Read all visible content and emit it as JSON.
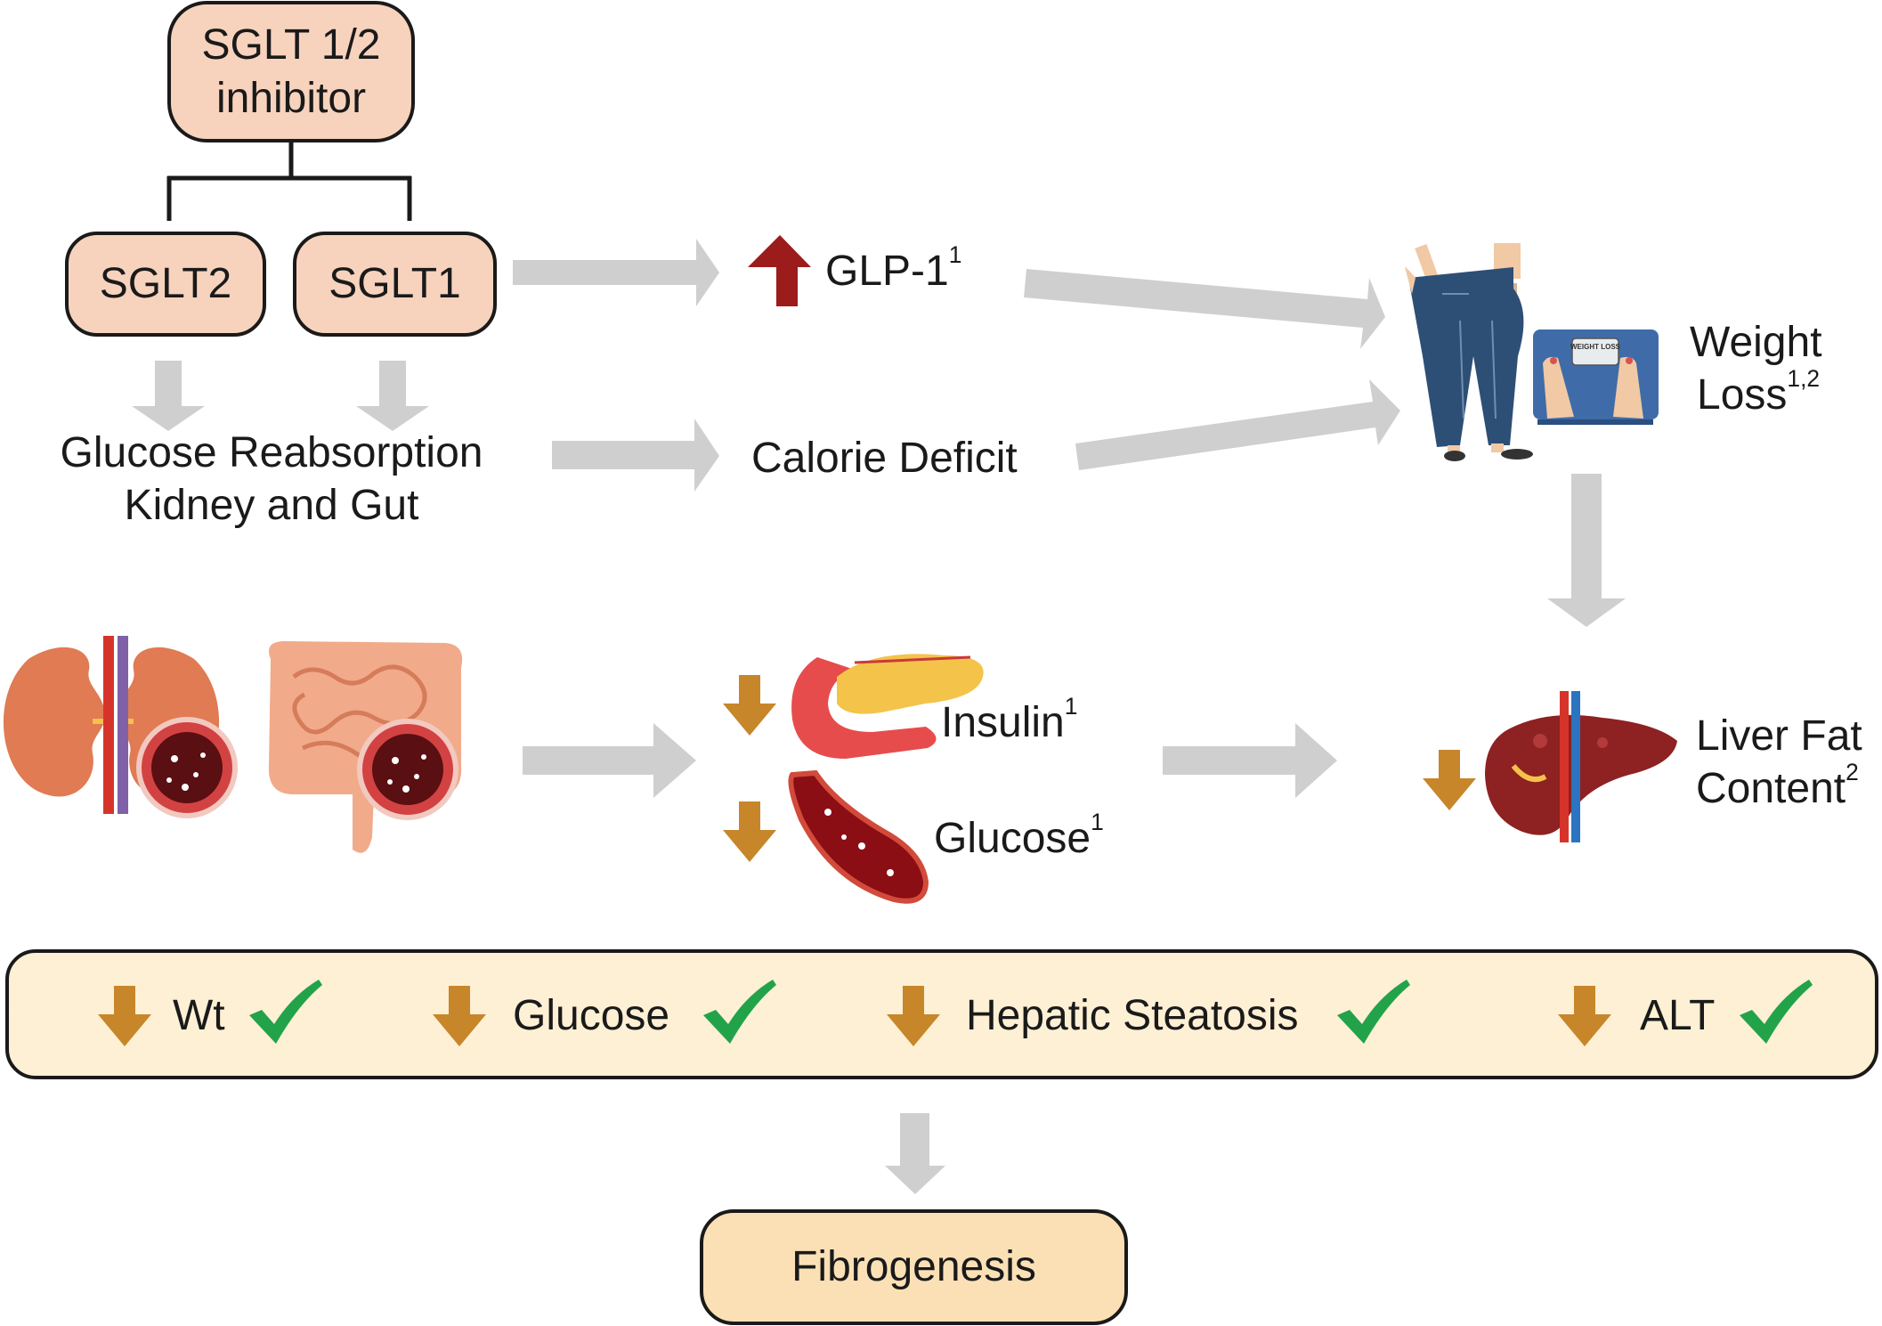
{
  "inhibitor": {
    "line1": "SGLT 1/2",
    "line2": "inhibitor"
  },
  "sglt2": "SGLT2",
  "sglt1": "SGLT1",
  "reabsorption": {
    "line1": "Glucose Reabsorption",
    "line2": "Kidney and Gut"
  },
  "glp1": {
    "label": "GLP-1",
    "sup": "1"
  },
  "calorie_deficit": "Calorie Deficit",
  "weight_loss": {
    "line1": "Weight",
    "line2": "Loss",
    "sup": "1,2"
  },
  "insulin": {
    "label": "Insulin",
    "sup": "1"
  },
  "glucose": {
    "label": "Glucose",
    "sup": "1"
  },
  "liver_fat": {
    "line1": "Liver Fat",
    "line2": "Content",
    "sup": "2"
  },
  "outcomes": [
    "Wt",
    "Glucose",
    "Hepatic Steatosis",
    "ALT"
  ],
  "fibrogenesis": "Fibrogenesis",
  "scale_sign": "WEIGHT LOSS",
  "colors": {
    "box_fill": "#f7d3bd",
    "outcome_fill": "#fdf0d4",
    "fib_fill": "#fbe0b6",
    "gray_arrow": "#cfcfcf",
    "down_arrow": "#c7862a",
    "up_arrow": "#9b1c1a",
    "check": "#22a34a"
  }
}
